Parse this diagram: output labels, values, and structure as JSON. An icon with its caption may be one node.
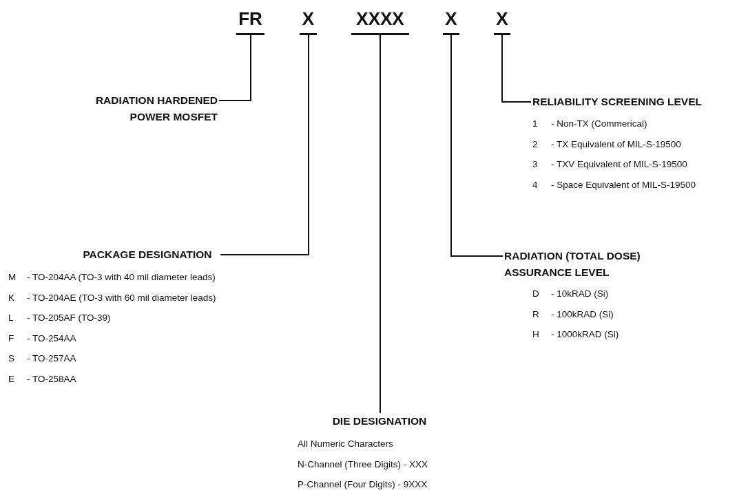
{
  "diagram": {
    "nodes": [
      {
        "text": [
          "FR"
        ]
      },
      {
        "text": [
          "X"
        ]
      },
      {
        "text": [
          "XXXX"
        ]
      },
      {
        "text": [
          "X"
        ]
      },
      {
        "text": [
          "X"
        ]
      },
      {
        "text": [
          "RADIATION HARDENED POWER MOSFET"
        ]
      },
      {
        "text": [
          "RELIABILITY SCREENING LEVEL"
        ],
        "beside": [
          "1",
          "- Non-TX (Commerical)",
          "2",
          "- TX Equivalent of MIL-S-19500",
          "3",
          "- TXV Equivalent of MIL-S-19500",
          "4",
          "- Space Equivalent of MIL-S-19500"
        ]
      },
      {
        "text": [
          "PACKAGE DESIGNATION"
        ],
        "beside": [
          "M",
          "- TO-204AA (TO-3 with 40 mil diameter leads)",
          "K",
          "- TO-204AE (TO-3 with 60 mil diameter leads)",
          "L",
          "- TO-205AF (TO-39)",
          "F",
          "- TO-254AA",
          "S",
          "- TO-257AA",
          "E",
          "- TO-258AA"
        ]
      },
      {
        "text": [
          "RADIATION (TOTAL DOSE) ASSURANCE LEVEL"
        ],
        "beside": [
          "D",
          "- 10kRAD (Si)",
          "R",
          "- 100kRAD (Si)",
          "H",
          "- 1000kRAD (Si)"
        ]
      },
      {
        "text": [
          "DIE DESIGNATION"
        ],
        "beside": [
          "All Numeric Characters",
          "N-Channel (Three Digits) - XXX",
          "P-Channel (Four Digits) - 9XXX"
        ]
      }
    ],
    "edges": [
      {
        "from": 0,
        "to": 5,
        "arrow": "none"
      },
      {
        "from": 4,
        "to": 6,
        "arrow": "none"
      },
      {
        "from": 1,
        "to": 7,
        "arrow": "none"
      },
      {
        "from": 3,
        "to": 8,
        "arrow": "none"
      },
      {
        "from": 2,
        "to": 9,
        "arrow": "none"
      }
    ]
  }
}
